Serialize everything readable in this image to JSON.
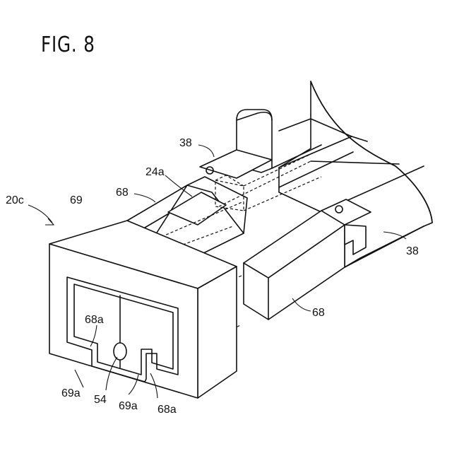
{
  "figure": {
    "title": "FIG. 8",
    "labels": {
      "assembly": "20c",
      "rail_38_top": "38",
      "rail_38_right": "38",
      "pin_24a": "24a",
      "guide_68_upper": "68",
      "guide_68_right": "68",
      "cover_69": "69",
      "notch_68a_left": "68a",
      "notch_68a_right": "68a",
      "leg_69a_left": "69a",
      "leg_69a_right": "69a",
      "hole_54": "54"
    }
  }
}
